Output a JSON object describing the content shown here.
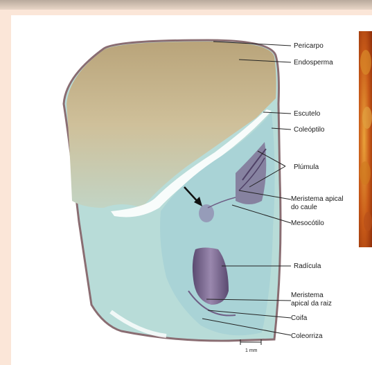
{
  "labels": {
    "pericarpo": "Pericarpo",
    "endosperma": "Endosperma",
    "escutelo": "Escutelo",
    "coleoptilo": "Coleóptilo",
    "plumula": "Plúmula",
    "meristema_caule_1": "Meristema apical",
    "meristema_caule_2": "do caule",
    "mesocotilo": "Mesocótilo",
    "radicula": "Radícula",
    "meristema_raiz_1": "Meristema",
    "meristema_raiz_2": "apical da raiz",
    "coifa": "Coifa",
    "coleorriza": "Coleorriza"
  },
  "scale_bar": {
    "label": "1 mm"
  },
  "colors": {
    "background": "#fbe6d8",
    "endosperm": "#c9b48a",
    "embryo": "#b9dcdc",
    "embryo_dark": "#6f5f86"
  }
}
